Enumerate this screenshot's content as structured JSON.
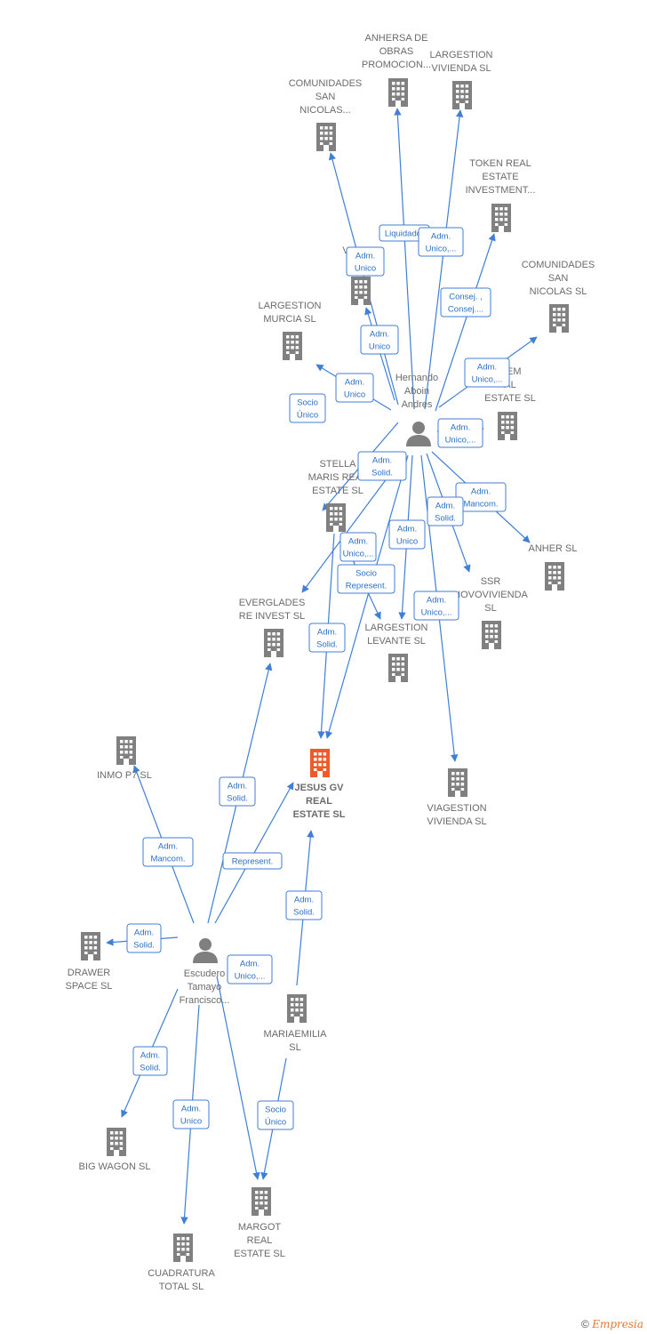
{
  "colors": {
    "edge": "#3f7fd6",
    "node": "#808080",
    "main": "#ef5a2a",
    "labelBorder": "#3f7fd6",
    "labelText": "#2a6fc4"
  },
  "nodes": [
    {
      "id": "anhersa",
      "type": "company",
      "label": [
        "ANHERSA DE",
        "OBRAS",
        "PROMOCION..."
      ]
    },
    {
      "id": "largestion_viv",
      "type": "company",
      "label": [
        "LARGESTION",
        "VIVIENDA  SL"
      ]
    },
    {
      "id": "comunidades1",
      "type": "company",
      "label": [
        "COMUNIDADES",
        "SAN",
        "NICOLAS..."
      ]
    },
    {
      "id": "token",
      "type": "company",
      "label": [
        "TOKEN REAL",
        "ESTATE",
        "INVESTMENT..."
      ]
    },
    {
      "id": "viagestion_cen",
      "type": "company",
      "label": [
        "VIAG      N",
        "CEN         "
      ]
    },
    {
      "id": "comunidades2",
      "type": "company",
      "label": [
        "COMUNIDADES",
        "SAN",
        "NICOLAS  SL"
      ]
    },
    {
      "id": "largestion_mur",
      "type": "company",
      "label": [
        "LARGESTION",
        "MURCIA  SL"
      ]
    },
    {
      "id": "hernando",
      "type": "person",
      "label": [
        "Hernando",
        "Aboin",
        "Andres"
      ]
    },
    {
      "id": "gem",
      "type": "company",
      "label": [
        "GEM",
        "AL",
        "ESTATE  SL"
      ]
    },
    {
      "id": "stella",
      "type": "company",
      "label": [
        "STELLA",
        "MARIS REAL",
        "ESTATE  SL"
      ]
    },
    {
      "id": "anher",
      "type": "company",
      "label": [
        "ANHER  SL"
      ]
    },
    {
      "id": "ssr",
      "type": "company",
      "label": [
        "SSR",
        "NOVOVIVIENDA",
        "SL"
      ]
    },
    {
      "id": "everglades",
      "type": "company",
      "label": [
        "EVERGLADES",
        "RE INVEST  SL"
      ]
    },
    {
      "id": "largestion_lev",
      "type": "company",
      "label": [
        "LARGESTION",
        "LEVANTE  SL"
      ]
    },
    {
      "id": "inmo",
      "type": "company",
      "label": [
        "INMO P7  SL"
      ]
    },
    {
      "id": "jesus",
      "type": "main",
      "label": [
        "JESUS GV",
        "REAL",
        "ESTATE  SL"
      ]
    },
    {
      "id": "viagestion_viv",
      "type": "company",
      "label": [
        "VIAGESTION",
        "VIVIENDA  SL"
      ]
    },
    {
      "id": "drawer",
      "type": "company",
      "label": [
        "DRAWER",
        "SPACE  SL"
      ]
    },
    {
      "id": "escudero",
      "type": "person",
      "label": [
        "Escudero",
        "Tamayo",
        "Francisco..."
      ]
    },
    {
      "id": "mariaemilia",
      "type": "company",
      "label": [
        "MARIAEMILIA",
        "SL"
      ]
    },
    {
      "id": "bigwagon",
      "type": "company",
      "label": [
        "BIG WAGON  SL"
      ]
    },
    {
      "id": "margot",
      "type": "company",
      "label": [
        "MARGOT",
        "REAL",
        "ESTATE  SL"
      ]
    },
    {
      "id": "cuadratura",
      "type": "company",
      "label": [
        "CUADRATURA",
        "TOTAL SL"
      ]
    }
  ],
  "edges": [
    {
      "from": "hernando",
      "to": "anhersa",
      "label": [
        "Liquidador"
      ]
    },
    {
      "from": "hernando",
      "to": "largestion_viv",
      "label": [
        "Adm.",
        "Unico,..."
      ]
    },
    {
      "from": "hernando",
      "to": "comunidades1",
      "label": [
        "Adm.",
        "Unico"
      ]
    },
    {
      "from": "hernando",
      "to": "token",
      "label": [
        "Consej. ,",
        "Consej...."
      ]
    },
    {
      "from": "hernando",
      "to": "viagestion_cen",
      "label": [
        "Adm.",
        "Unico"
      ]
    },
    {
      "from": "hernando",
      "to": "comunidades2",
      "label": [
        "Adm.",
        "Unico,..."
      ]
    },
    {
      "from": "hernando",
      "to": "largestion_mur",
      "label": [
        "Adm.",
        "Unico"
      ]
    },
    {
      "from": "hernando",
      "to": "gem",
      "label": [
        "Adm.",
        "Unico,..."
      ]
    },
    {
      "from": "hernando",
      "to": "stella",
      "label": [
        "Socio",
        "Único"
      ]
    },
    {
      "from": "hernando",
      "to": "anher",
      "label": [
        "Adm.",
        "Mancom."
      ]
    },
    {
      "from": "hernando",
      "to": "ssr",
      "label": [
        "Adm.",
        "Solid."
      ]
    },
    {
      "from": "hernando",
      "to": "everglades",
      "label": [
        "Adm.",
        "Solid."
      ]
    },
    {
      "from": "hernando",
      "to": "largestion_lev",
      "label": [
        "Adm.",
        "Unico"
      ]
    },
    {
      "from": "hernando",
      "to": "jesus",
      "label": [
        "Adm.",
        "Unico,..."
      ]
    },
    {
      "from": "hernando",
      "to": "viagestion_viv",
      "label": [
        "Adm.",
        "Unico,..."
      ]
    },
    {
      "from": "stella",
      "to": "jesus",
      "label": [
        "Adm.",
        "Solid."
      ]
    },
    {
      "from": "stella",
      "to": "largestion_lev",
      "label": [
        "Socio",
        "Represent."
      ]
    },
    {
      "from": "escudero",
      "to": "inmo",
      "label": [
        "Adm.",
        "Mancom."
      ]
    },
    {
      "from": "escudero",
      "to": "everglades",
      "label": [
        "Adm.",
        "Solid."
      ]
    },
    {
      "from": "escudero",
      "to": "jesus",
      "label": [
        "Represent."
      ]
    },
    {
      "from": "escudero",
      "to": "drawer",
      "label": [
        "Adm.",
        "Solid."
      ]
    },
    {
      "from": "escudero",
      "to": "margot",
      "label": [
        "Adm.",
        "Unico,..."
      ]
    },
    {
      "from": "escudero",
      "to": "bigwagon",
      "label": [
        "Adm.",
        "Solid."
      ]
    },
    {
      "from": "escudero",
      "to": "cuadratura",
      "label": [
        "Adm.",
        "Unico"
      ]
    },
    {
      "from": "mariaemilia",
      "to": "jesus",
      "label": [
        "Adm.",
        "Solid."
      ]
    },
    {
      "from": "mariaemilia",
      "to": "margot",
      "label": [
        "Socio",
        "Único"
      ]
    }
  ],
  "footer": {
    "copyright": "©",
    "brand": "Empresia"
  }
}
